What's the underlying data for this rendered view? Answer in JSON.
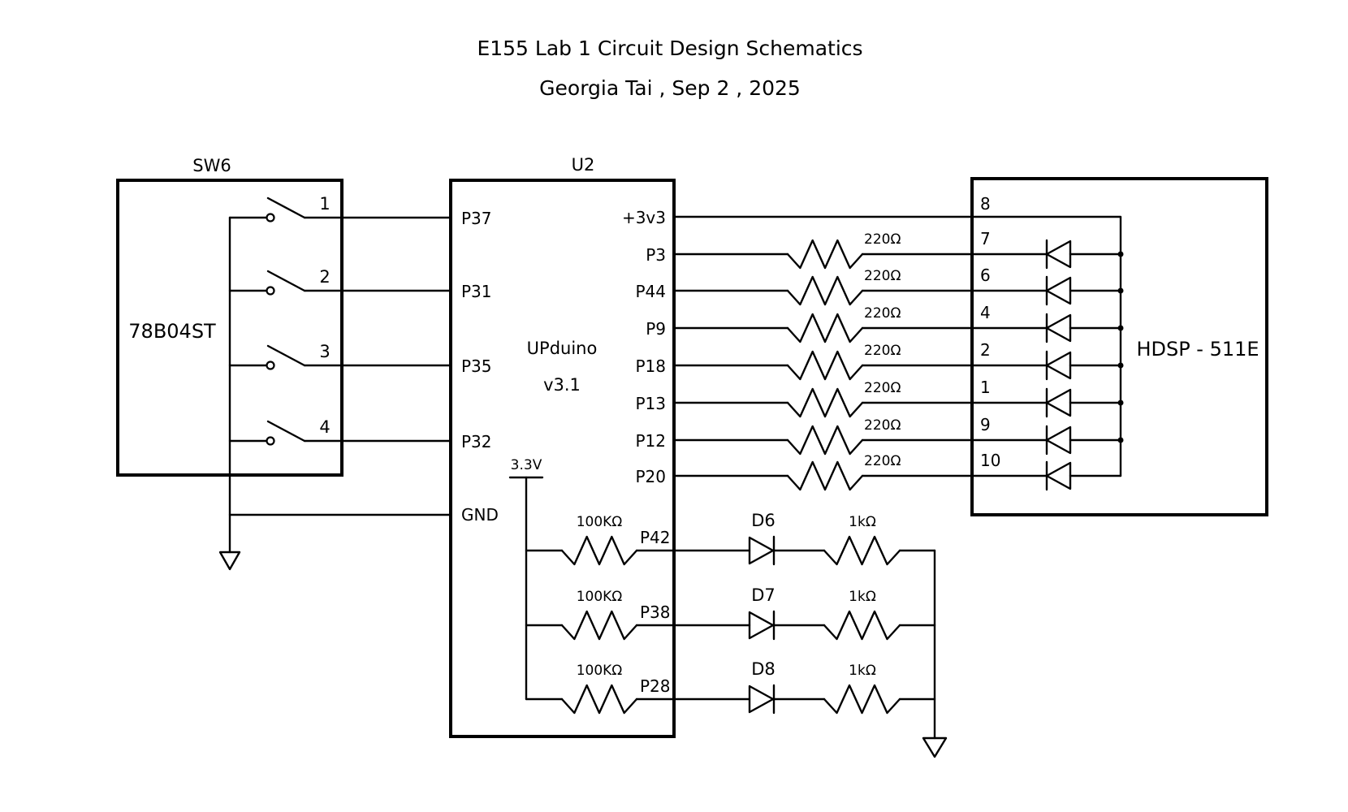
{
  "title": "E155 Lab 1 Circuit Design Schematics",
  "subtitle": "Georgia Tai , Sep 2 , 2025",
  "switch": {
    "ref": "SW6",
    "part": "78B04ST",
    "switches": [
      "1",
      "2",
      "3",
      "4"
    ]
  },
  "mcu": {
    "ref": "U2",
    "name": "UPduino",
    "version": "v3.1",
    "left_pins": [
      "P37",
      "P31",
      "P35",
      "P32",
      "GND"
    ],
    "right_pins": [
      "+3v3",
      "P3",
      "P44",
      "P9",
      "P18",
      "P13",
      "P12",
      "P20"
    ],
    "bottom_pins": [
      "P42",
      "P38",
      "P28"
    ]
  },
  "display": {
    "part": "HDSP - 511E",
    "pins": [
      "8",
      "7",
      "6",
      "4",
      "2",
      "1",
      "9",
      "10"
    ]
  },
  "segment_resistor": "220Ω",
  "supply_label": "3.3V",
  "pullup_resistor": "100KΩ",
  "led_resistor": "1kΩ",
  "leds": [
    "D6",
    "D7",
    "D8"
  ]
}
